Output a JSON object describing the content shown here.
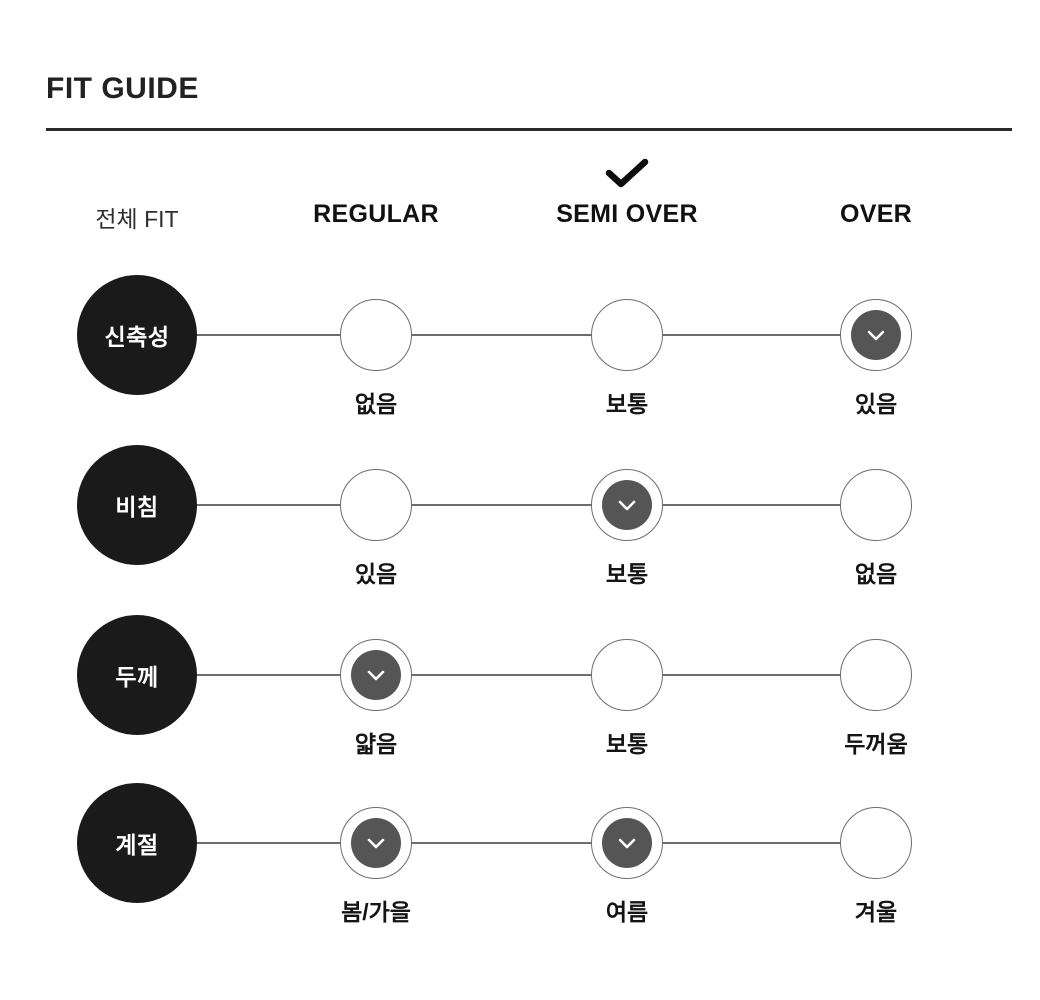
{
  "header": {
    "title": "FIT GUIDE",
    "row_axis_label": "전체 FIT",
    "selected_marker_icon": "check-icon",
    "selected_column_index": 1,
    "columns": [
      {
        "label": "REGULAR",
        "selected": false
      },
      {
        "label": "SEMI OVER",
        "selected": true
      },
      {
        "label": "OVER",
        "selected": false
      }
    ]
  },
  "colors": {
    "title": "#222222",
    "rule": "#2a2a2a",
    "badge_bg": "#1a1a1a",
    "badge_text": "#ffffff",
    "marker_border": "#6d6d6d",
    "marker_selected_fill": "#555555",
    "marker_check": "#ffffff",
    "connector_line": "#6d6d6d",
    "option_label": "#141414",
    "background": "#ffffff"
  },
  "rows": [
    {
      "label": "신축성",
      "options": [
        {
          "label": "없음",
          "selected": false
        },
        {
          "label": "보통",
          "selected": false
        },
        {
          "label": "있음",
          "selected": true
        }
      ]
    },
    {
      "label": "비침",
      "options": [
        {
          "label": "있음",
          "selected": false
        },
        {
          "label": "보통",
          "selected": true
        },
        {
          "label": "없음",
          "selected": false
        }
      ]
    },
    {
      "label": "두께",
      "options": [
        {
          "label": "얇음",
          "selected": true
        },
        {
          "label": "보통",
          "selected": false
        },
        {
          "label": "두꺼움",
          "selected": false
        }
      ]
    },
    {
      "label": "계절",
      "options": [
        {
          "label": "봄/가을",
          "selected": true
        },
        {
          "label": "여름",
          "selected": true
        },
        {
          "label": "겨울",
          "selected": false
        }
      ]
    }
  ]
}
